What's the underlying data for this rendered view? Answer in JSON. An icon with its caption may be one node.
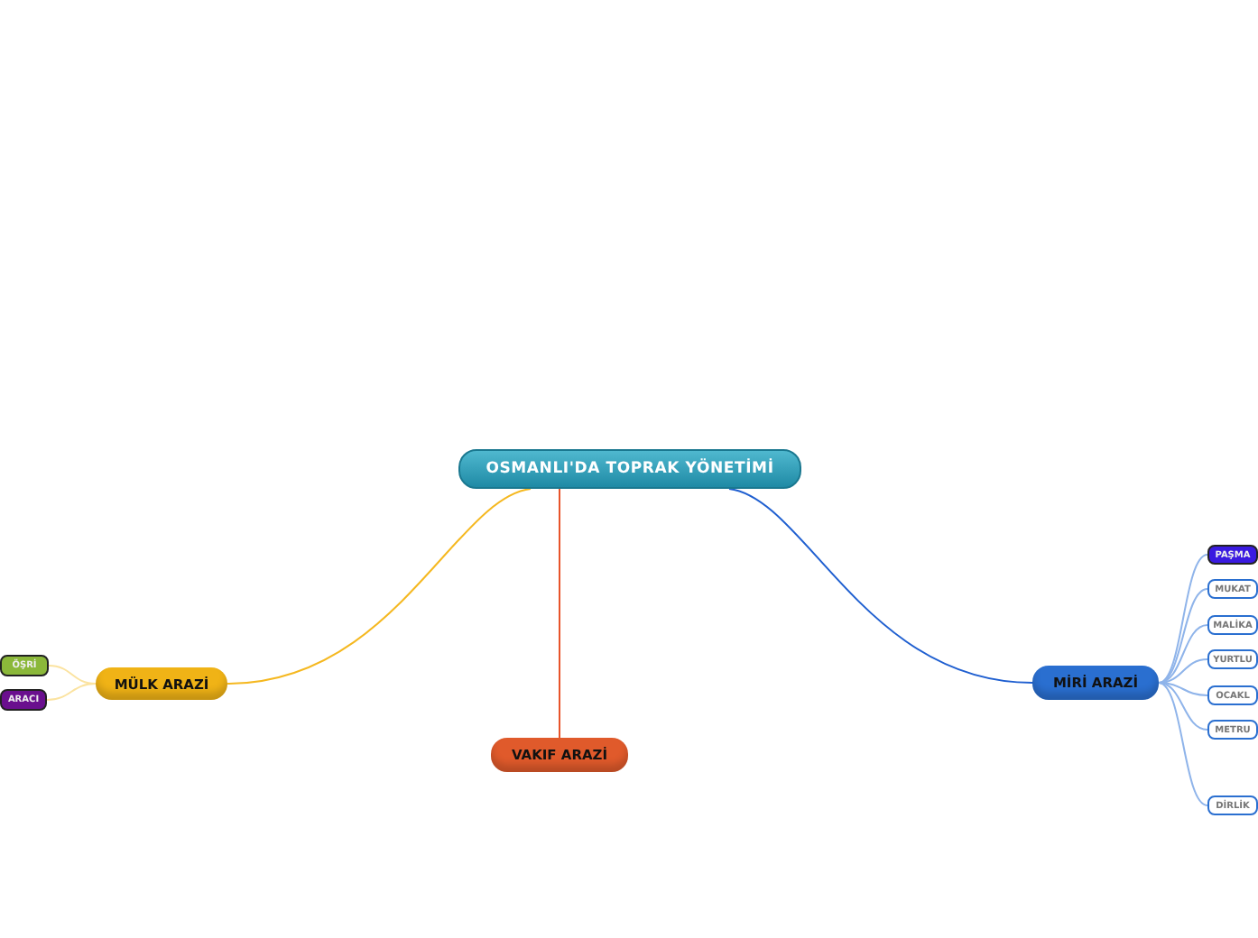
{
  "diagram": {
    "nodes": [
      {
        "text": [
          "OSMANLI'DA TOPRAK YÖNETİMİ"
        ]
      },
      {
        "text": [
          "MÜLK ARAZİ"
        ]
      },
      {
        "text": [
          "ÖŞRİ"
        ]
      },
      {
        "text": [
          "ARACI"
        ]
      },
      {
        "text": [
          "VAKIF ARAZİ"
        ]
      },
      {
        "text": [
          "MİRİ ARAZİ"
        ]
      },
      {
        "text": [
          "PAŞMA"
        ]
      },
      {
        "text": [
          "MUKAT"
        ]
      },
      {
        "text": [
          "MALİKA"
        ]
      },
      {
        "text": [
          "YURTLU"
        ]
      },
      {
        "text": [
          "OCAKL"
        ]
      },
      {
        "text": [
          "METRU"
        ]
      },
      {
        "text": [
          "DİRLİK"
        ]
      }
    ],
    "edges": [
      {
        "from": 0,
        "to": 1,
        "arrow": "none",
        "color": "#f5b820"
      },
      {
        "from": 0,
        "to": 4,
        "arrow": "none",
        "color": "#e8542a"
      },
      {
        "from": 0,
        "to": 5,
        "arrow": "none",
        "color": "#1f5fd0"
      },
      {
        "from": 1,
        "to": 2,
        "arrow": "none",
        "color": "#fbe3a0"
      },
      {
        "from": 1,
        "to": 3,
        "arrow": "none",
        "color": "#fbe3a0"
      },
      {
        "from": 5,
        "to": 6,
        "arrow": "none",
        "color": "#8fb4ea"
      },
      {
        "from": 5,
        "to": 7,
        "arrow": "none",
        "color": "#8fb4ea"
      },
      {
        "from": 5,
        "to": 8,
        "arrow": "none",
        "color": "#8fb4ea"
      },
      {
        "from": 5,
        "to": 9,
        "arrow": "none",
        "color": "#8fb4ea"
      },
      {
        "from": 5,
        "to": 10,
        "arrow": "none",
        "color": "#8fb4ea"
      },
      {
        "from": 5,
        "to": 11,
        "arrow": "none",
        "color": "#8fb4ea"
      },
      {
        "from": 5,
        "to": 12,
        "arrow": "none",
        "color": "#8fb4ea"
      }
    ]
  }
}
